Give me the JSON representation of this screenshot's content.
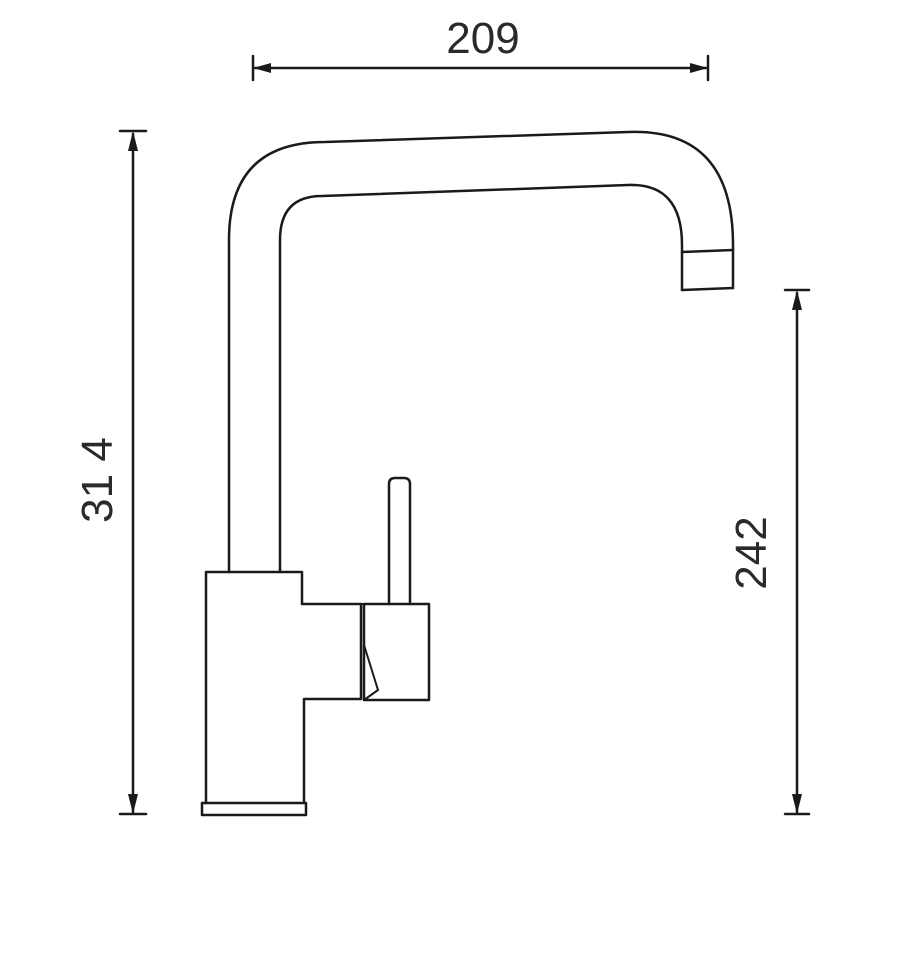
{
  "dimensions": {
    "width": "209",
    "total_height": "31 4",
    "spout_height": "242"
  },
  "colors": {
    "line": "#1a1a1a",
    "text": "#2a2a2a",
    "background": "#ffffff"
  }
}
